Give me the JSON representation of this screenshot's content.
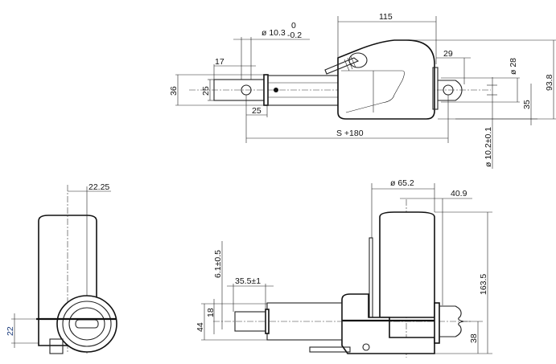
{
  "top_view": {
    "dim_length_housing": "115",
    "dim_pin_dia": "ø 10.3",
    "dim_pin_tol_upper": "0",
    "dim_pin_tol_lower": "-0.2",
    "dim_rod_end_offset": "17",
    "dim_rod_height": "36",
    "dim_rod_end_height": "25",
    "dim_rod_end_length": "25",
    "dim_stroke": "S +180",
    "dim_rear_offset": "29",
    "dim_rear_dia": "ø 28",
    "dim_rear_height": "35",
    "dim_total_height": "93.8",
    "dim_rear_pin_dia": "ø 10.2±0.1"
  },
  "end_view": {
    "dim_offset": "22.25",
    "dim_height": "22"
  },
  "side_view": {
    "dim_motor_dia": "ø 65.2",
    "dim_motor_offset": "40.9",
    "dim_total_height": "163.5",
    "dim_rod_height": "44",
    "dim_slot": "18",
    "dim_slot_width": "6.1±0.5",
    "dim_slot_length": "35.5±1",
    "dim_axis_height": "38"
  }
}
